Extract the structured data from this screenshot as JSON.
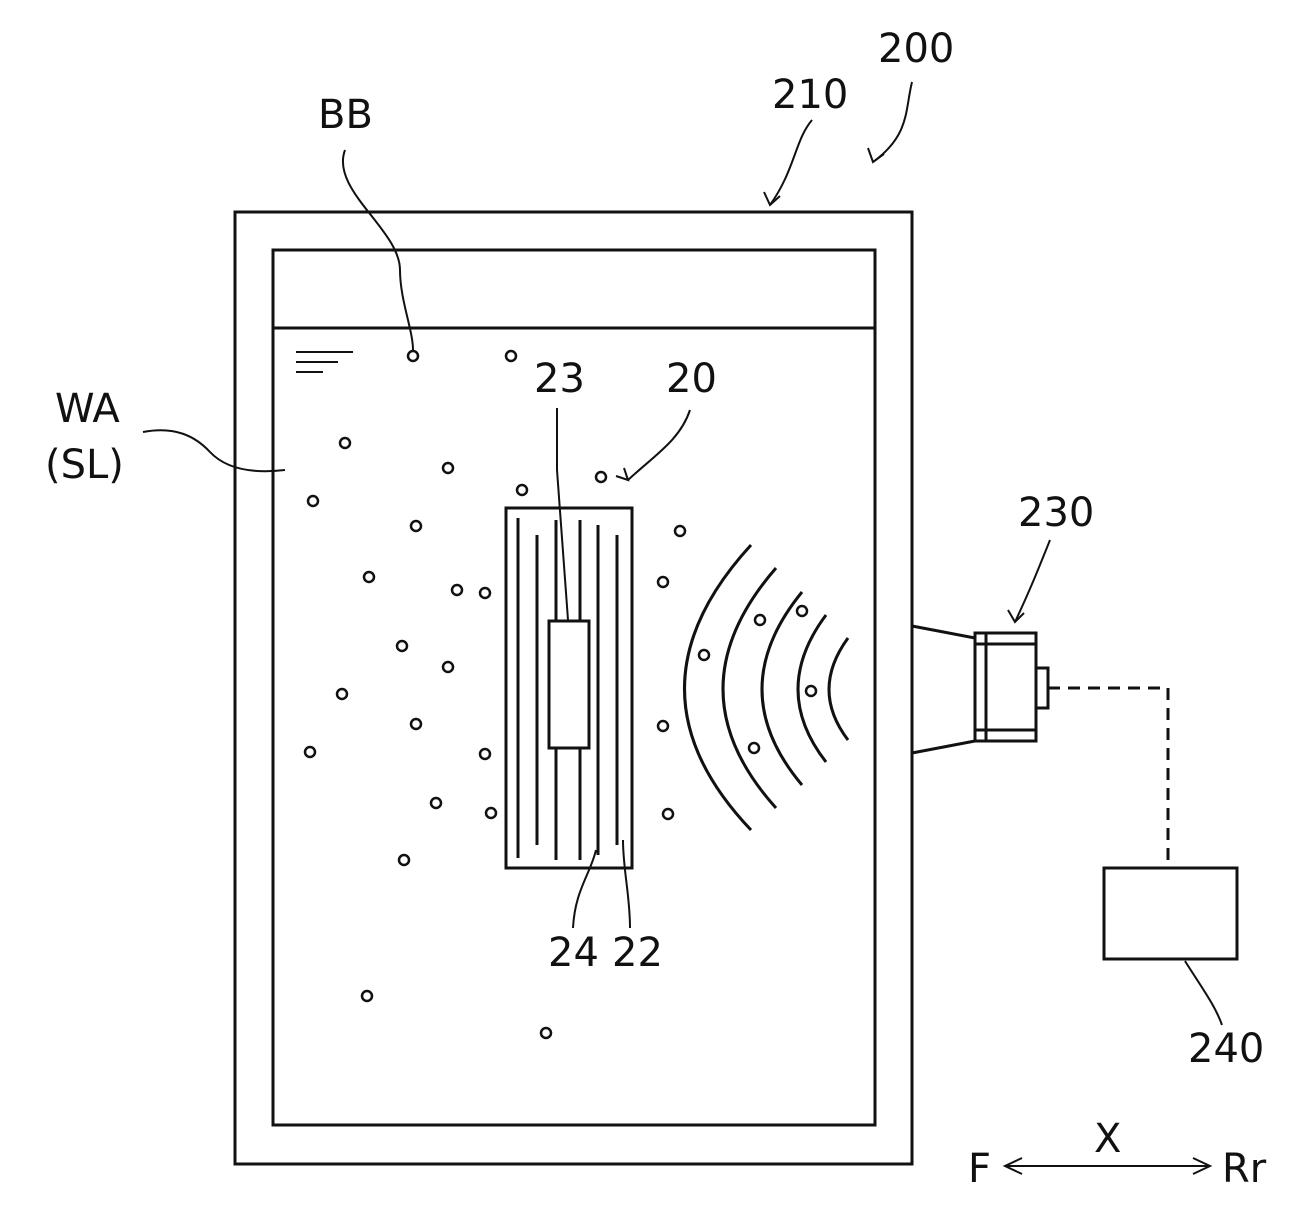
{
  "labels": {
    "device": "200",
    "tank": "210",
    "bubbles": "BB",
    "water": "WA",
    "water_alt": "(SL)",
    "object": "20",
    "part_23": "23",
    "part_24": "24",
    "part_22": "22",
    "transducer": "230",
    "controller": "240",
    "axis": "X",
    "axis_front": "F",
    "axis_rear": "Rr"
  },
  "colors": {
    "ink": "#111111",
    "background": "#ffffff"
  }
}
